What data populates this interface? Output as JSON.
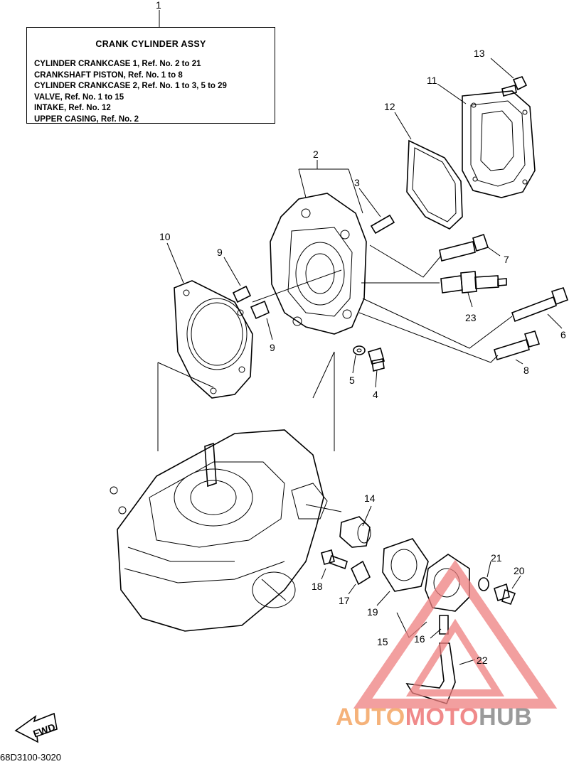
{
  "legend": {
    "ref_no": "1",
    "title": "CRANK CYLINDER ASSY",
    "lines": [
      "CYLINDER CRANKCASE 1,  Ref. No. 2 to 21",
      "CRANKSHAFT PISTON,  Ref. No. 1 to 8",
      "CYLINDER CRANKCASE 2,  Ref. No. 1 to 3, 5 to 29",
      "VALVE,   Ref. No. 1 to 15",
      "INTAKE,  Ref. No. 12",
      "UPPER CASING,  Ref. No. 2"
    ]
  },
  "labels": {
    "l2": "2",
    "l3": "3",
    "l4": "4",
    "l5": "5",
    "l6": "6",
    "l7": "7",
    "l8": "8",
    "l9a": "9",
    "l9b": "9",
    "l10": "10",
    "l11": "11",
    "l12": "12",
    "l13": "13",
    "l14": "14",
    "l15": "15",
    "l16": "16",
    "l17": "17",
    "l18": "18",
    "l19": "19",
    "l20": "20",
    "l21": "21",
    "l22": "22",
    "l23": "23"
  },
  "fwd_label": "FWD",
  "drawing_code": "68D3100-3020",
  "watermark": {
    "part1": "AUTO",
    "part2": "MOTO",
    "part3": "HUB"
  },
  "colors": {
    "watermark_orange": "#f5b27a",
    "watermark_red": "#f08a8a",
    "watermark_gray": "#9a9a9a"
  }
}
